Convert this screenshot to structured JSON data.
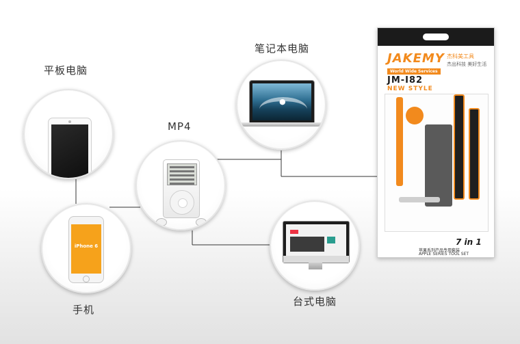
{
  "labels": {
    "tablet": "平板电脑",
    "laptop": "笔记本电脑",
    "mp3": "MP4",
    "phone": "手机",
    "desktop": "台式电脑"
  },
  "devices": {
    "phone_screen_text": "iPhone 6"
  },
  "package": {
    "brand": "JAKEMY",
    "brand_cn": "杰科美工具",
    "slogan_cn": "杰出科技  美好生活",
    "tagline": "World Wide Services",
    "model": "JM-I82",
    "style": "NEW STYLE",
    "count": "7 in 1",
    "subtitle_cn": "苹果系列产品专用套装",
    "subtitle_en": "APPLE SERIES TOOL SET"
  },
  "colors": {
    "accent": "#f28a1d",
    "dark": "#1b1b1b",
    "line": "#333333"
  }
}
